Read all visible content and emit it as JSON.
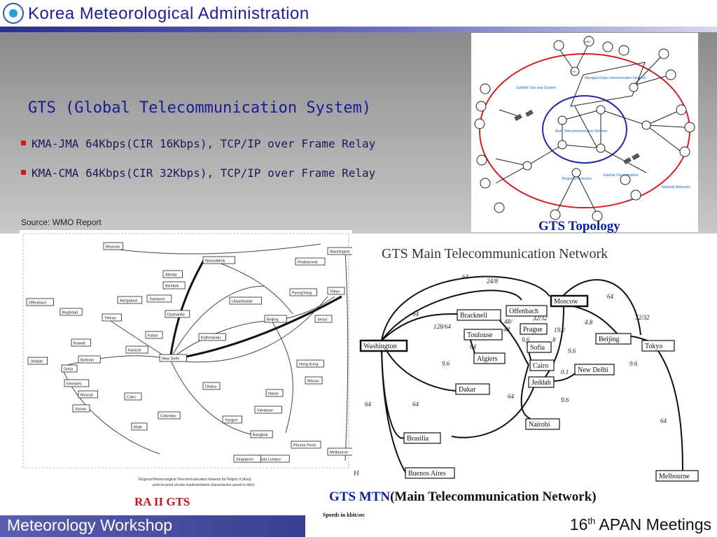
{
  "header": {
    "title": "Korea Meteorological Administration"
  },
  "main": {
    "title": "GTS (Global Telecommunication System)",
    "bullets": [
      "KMA-JMA 64Kbps(CIR 16Kbps), TCP/IP over Frame Relay",
      "KMA-CMA 64Kbps(CIR 32Kbps), TCP/IP over Frame Relay"
    ],
    "source": "Source: WMO Report"
  },
  "topology": {
    "caption": "GTS Topology",
    "labels": {
      "managed": "Managed Data communication Network",
      "satellite_two_way": "Satellite Two way System",
      "main_tel": "Main Telecommunication Network",
      "regional": "Regional Networks",
      "sat_dissem": "Satellite Dissemination",
      "national": "National Networks",
      "rth": "RTH",
      "nmc": "NMC"
    }
  },
  "ra_map": {
    "caption": "RA II GTS",
    "footer_title": "Regional Meteorological Telecommunication Network for Region II (Asia)",
    "footer_sub": "point-to-point circuits implementation (transmission speed in bit/s)",
    "cities": [
      "Moscow",
      "Novosibirsk",
      "Khabarovsk",
      "Almaty",
      "Bishkek",
      "Tashkent",
      "Ashgabad",
      "Ulaanbaatar",
      "PyongYang",
      "Tokyo",
      "Baghdad",
      "Tehran",
      "Dushanbe",
      "Beijing",
      "Seoul",
      "Kabul",
      "Kathmandu",
      "New Delhi",
      "Karachi",
      "Jeddah",
      "Kuwait",
      "Bahrain",
      "Doha",
      "Emirates",
      "Muscat",
      "Sanaa",
      "Dhaka",
      "Hong Kong",
      "Macao",
      "Hanoi",
      "Colombo",
      "Male",
      "Yangon",
      "Vientiane",
      "Bangkok",
      "Phnom Penh",
      "Melbourne",
      "Offenbach",
      "Washington",
      "Cairo",
      "Kuala Lumpur",
      "Singapore"
    ]
  },
  "mtn": {
    "title": "GTS Main Telecommunication Network",
    "caption_blue": "GTS MTN",
    "caption_rest": "(Main Telecommunication Network)",
    "speeds_note": "Speeds in kbit/sec",
    "stray_mark": "H",
    "nodes": {
      "washington": "Washington",
      "bracknell": "Bracknell",
      "offenbach": "Offenbach",
      "moscow": "Moscow",
      "toulouse": "Toulouse",
      "prague": "Prague",
      "sofia": "Sofia",
      "algiers": "Algiers",
      "cairo": "Cairo",
      "jeddah": "Jeddah",
      "newdelhi": "New Delhi",
      "beijing": "Beijing",
      "tokyo": "Tokyo",
      "dakar": "Dakar",
      "nairobi": "Nairobi",
      "brasilia": "Brasilia",
      "buenosaires": "Buenos Aires",
      "melbourne": "Melbourne"
    },
    "speeds": {
      "s64a": "64",
      "s24_8": "24/8",
      "s64b": "64",
      "s64c": "64",
      "s4_8": "4.8",
      "s32_32a": "32/32",
      "s48": "48/",
      "s32_32b": "32/32",
      "s48b": "48",
      "s128": "128/64",
      "s19_2": "19.2",
      "s96a": "9.6",
      "s8": "8",
      "s64d": "64",
      "s96b": "9.6",
      "s96c": "9.6",
      "s01": "0.1",
      "s96d": "9.6",
      "s64e": "64",
      "s64f": "64",
      "s64g": "64",
      "s96e": "9.6",
      "s64h": "64"
    }
  },
  "footer": {
    "left": "Meteorology Workshop",
    "right_prefix": "16",
    "right_sup": "th",
    "right_suffix": " APAN Meetings"
  }
}
